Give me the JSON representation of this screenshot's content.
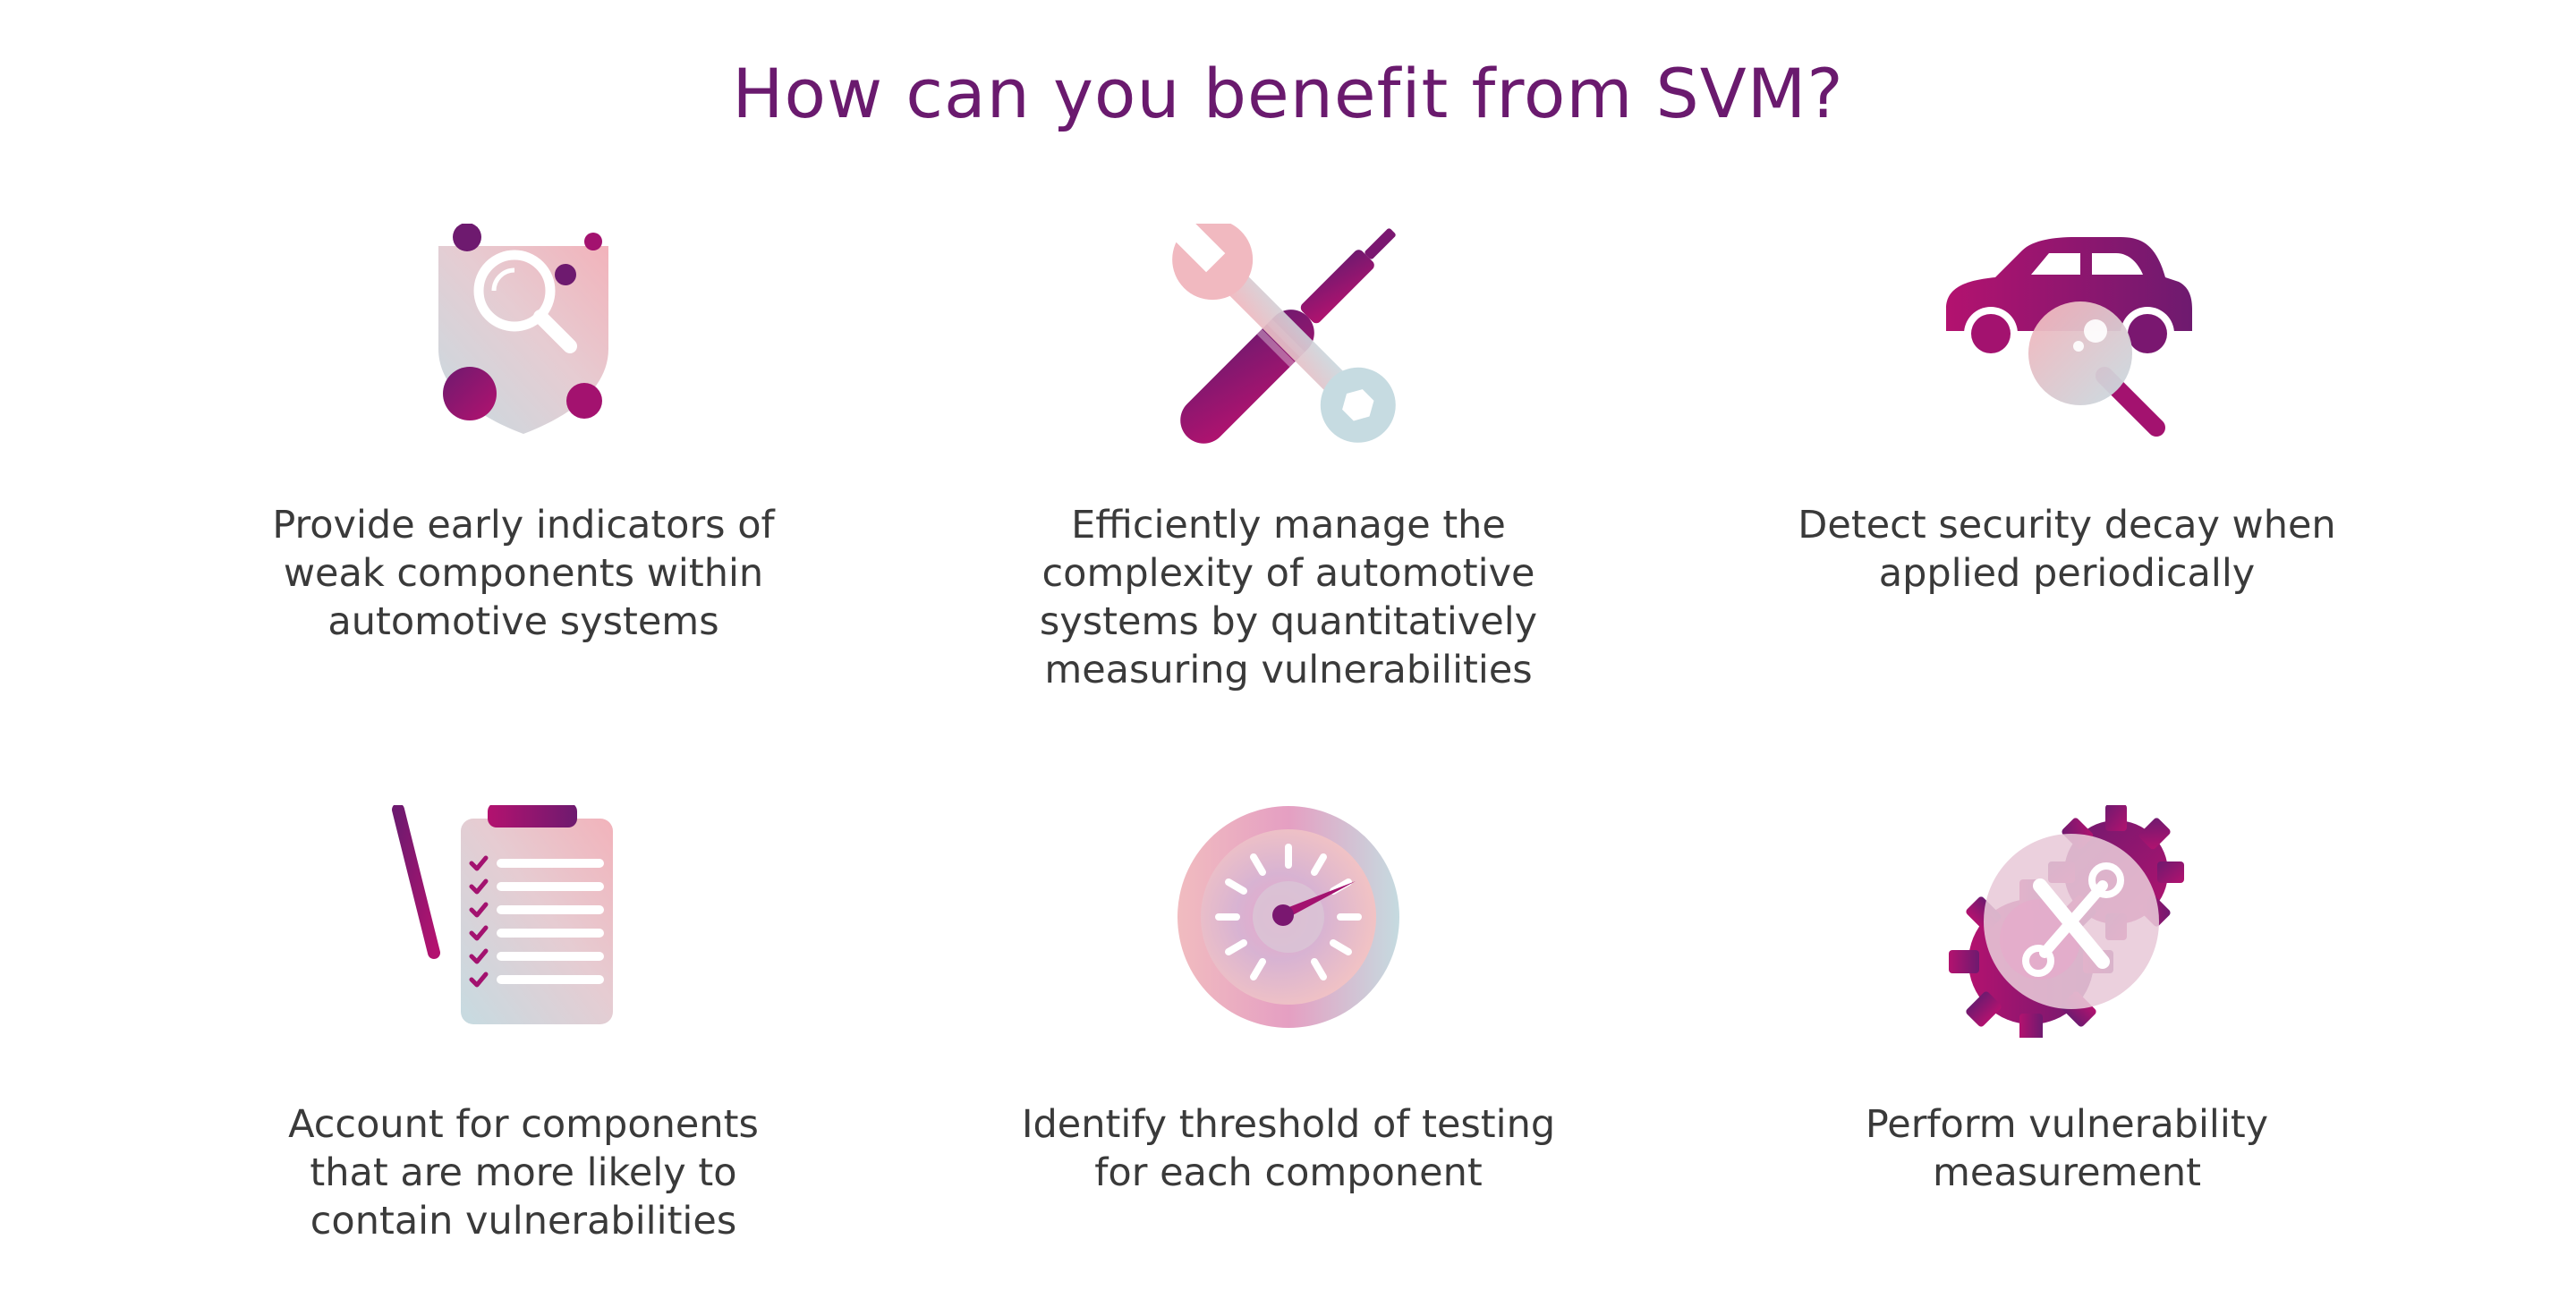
{
  "title": "How can you benefit from SVM?",
  "colors": {
    "title": "#6a1a6e",
    "text": "#3a3a3a",
    "magenta": "#a3126f",
    "purple": "#6a1a6e",
    "pink": "#f1b9c0",
    "pale_blue": "#c6d9df"
  },
  "benefits": [
    {
      "icon": "shield-magnifier-icon",
      "caption": "Provide early indicators of\nweak components within\nautomotive systems"
    },
    {
      "icon": "wrench-screwdriver-icon",
      "caption": "Efficiently manage the\ncomplexity of automotive\nsystems by quantitatively\nmeasuring vulnerabilities"
    },
    {
      "icon": "car-magnifier-icon",
      "caption": "Detect security decay when\napplied periodically"
    },
    {
      "icon": "clipboard-checklist-icon",
      "caption": "Account for components\nthat are more likely to\ncontain vulnerabilities"
    },
    {
      "icon": "speedometer-gauge-icon",
      "caption": "Identify threshold of testing\nfor each component"
    },
    {
      "icon": "gear-tools-icon",
      "caption": "Perform vulnerability\nmeasurement"
    }
  ]
}
